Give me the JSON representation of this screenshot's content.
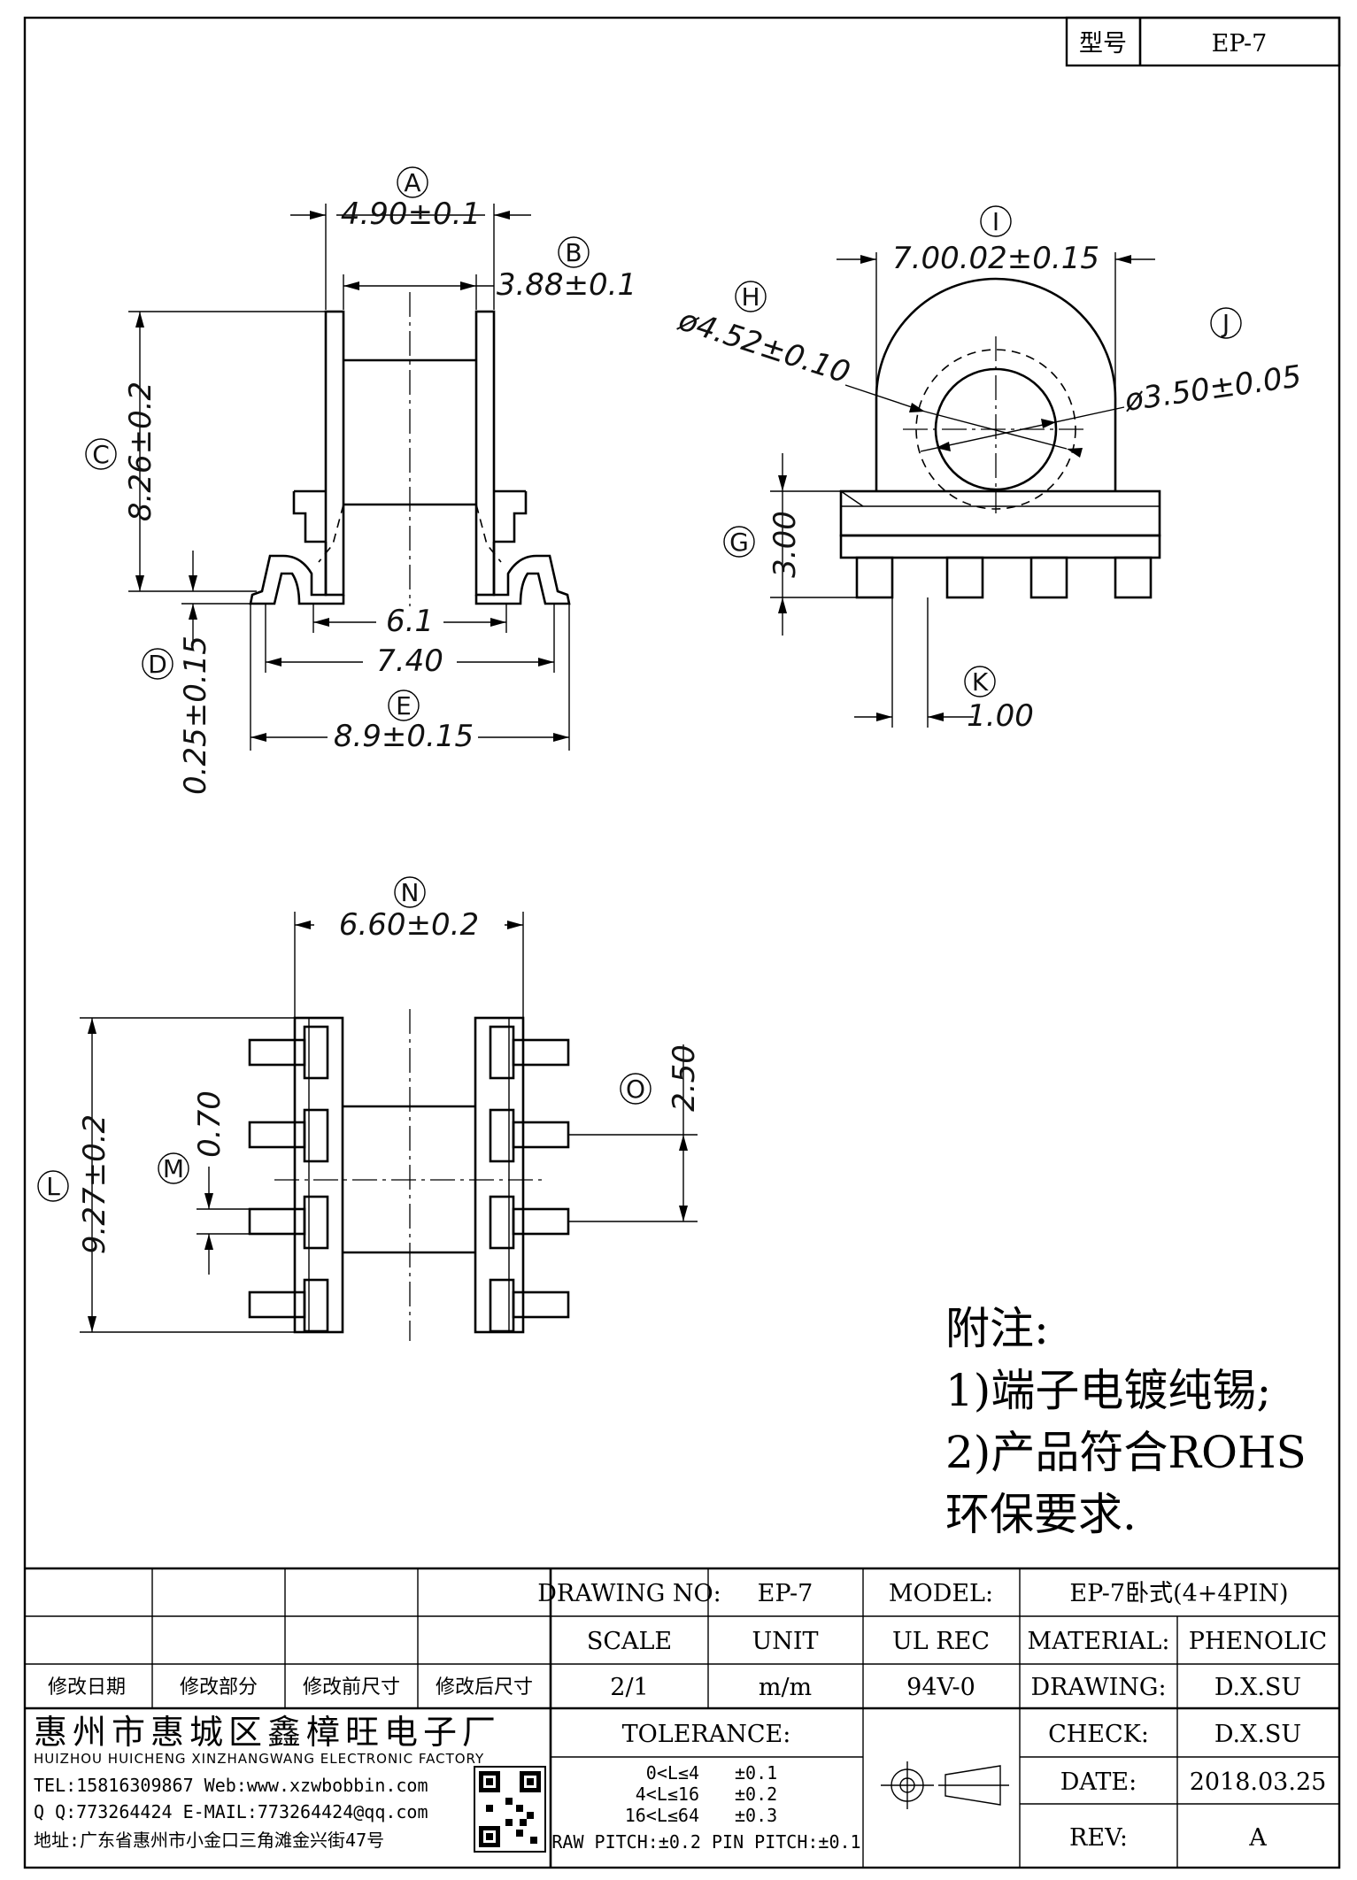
{
  "header": {
    "model_label": "型号",
    "model_value": "EP-7"
  },
  "dimensions": {
    "A": {
      "letter": "A",
      "value": "4.90±0.1"
    },
    "B": {
      "letter": "B",
      "value": "3.88±0.1"
    },
    "C": {
      "letter": "C",
      "value": "8.26±0.2"
    },
    "D": {
      "letter": "D",
      "value": "0.25±0.15"
    },
    "E": {
      "letter": "E",
      "value": "8.9±0.15"
    },
    "inner1": {
      "value": "6.1"
    },
    "inner2": {
      "value": "7.40"
    },
    "G": {
      "letter": "G",
      "value": "3.00"
    },
    "H": {
      "letter": "H",
      "value": "ø4.52±0.10"
    },
    "I": {
      "letter": "I",
      "value": "7.00.02±0.15"
    },
    "J": {
      "letter": "J",
      "value": "ø3.50±0.05"
    },
    "K": {
      "letter": "K",
      "value": "1.00"
    },
    "L": {
      "letter": "L",
      "value": "9.27±0.2"
    },
    "M": {
      "letter": "M",
      "value": "0.70"
    },
    "N": {
      "letter": "N",
      "value": "6.60±0.2"
    },
    "O": {
      "letter": "O",
      "value": "2.50"
    }
  },
  "notes": {
    "title": "附注:",
    "line1": "1)端子电镀纯锡;",
    "line2": "2)产品符合ROHS",
    "line3": "环保要求."
  },
  "title_block": {
    "revision_headers": [
      "修改日期",
      "修改部分",
      "修改前尺寸",
      "修改后尺寸"
    ],
    "drawing_no_label": "DRAWING NO:",
    "drawing_no": "EP-7",
    "model_label": "MODEL:",
    "model": "EP-7卧式(4+4PIN)",
    "scale_label": "SCALE",
    "scale": "2/1",
    "unit_label": "UNIT",
    "unit": "m/m",
    "ul_label": "UL REC",
    "ul": "94V-0",
    "material_label": "MATERIAL:",
    "material": "PHENOLIC",
    "drawing_label": "DRAWING:",
    "drawing": "D.X.SU",
    "check_label": "CHECK:",
    "check": "D.X.SU",
    "date_label": "DATE:",
    "date": "2018.03.25",
    "rev_label": "REV:",
    "rev": "A",
    "tolerance_label": "TOLERANCE:",
    "tol_rows": [
      {
        "range": "0<L≤4",
        "tol": "±0.1"
      },
      {
        "range": "4<L≤16",
        "tol": "±0.2"
      },
      {
        "range": "16<L≤64",
        "tol": "±0.3"
      }
    ],
    "pitch_note": "RAW PITCH:±0.2 PIN PITCH:±0.1",
    "company_cn": "惠州市惠城区鑫樟旺电子厂",
    "company_en": "HUIZHOU HUICHENG XINZHANGWANG ELECTRONIC FACTORY",
    "tel_web": "TEL:15816309867 Web:www.xzwbobbin.com",
    "qq_mail": "Q Q:773264424 E-MAIL:773264424@qq.com",
    "address": "地址:广东省惠州市小金口三角滩金兴街47号"
  }
}
